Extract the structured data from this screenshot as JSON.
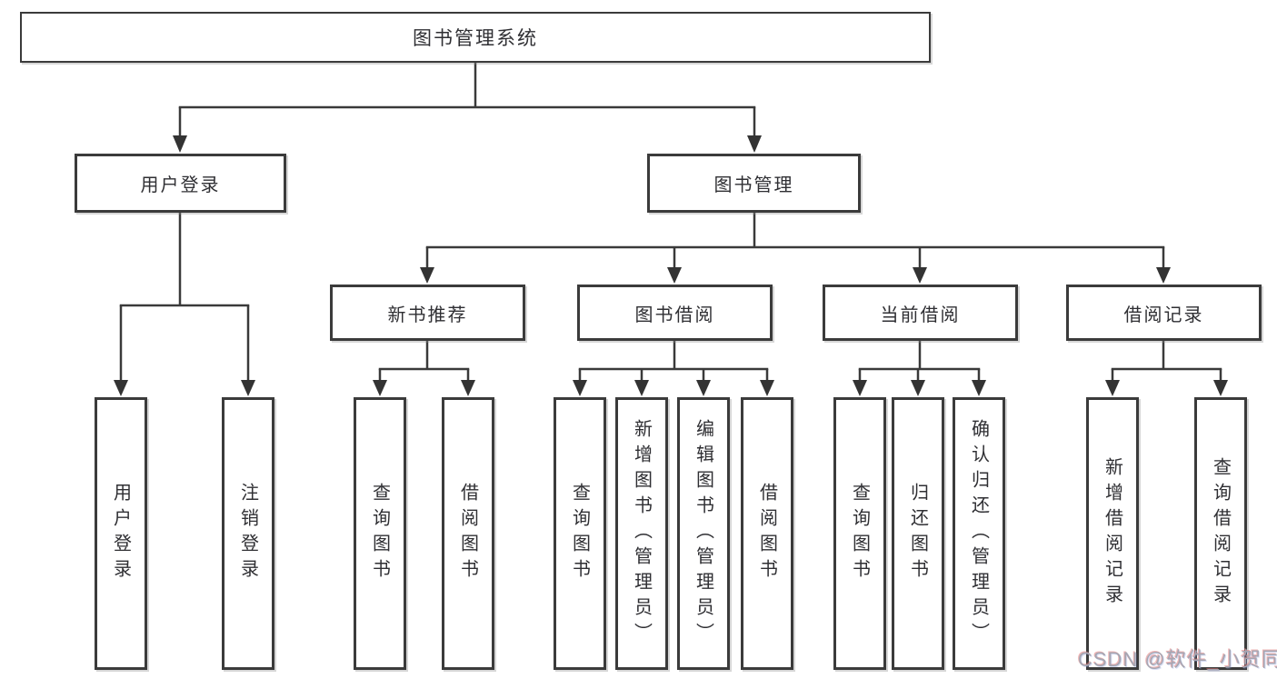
{
  "diagram": {
    "root": {
      "label": "图书管理系统"
    },
    "level2": {
      "user_login": {
        "label": "用户登录"
      },
      "book_mgmt": {
        "label": "图书管理"
      }
    },
    "level3": {
      "new_books": {
        "label": "新书推荐"
      },
      "book_borrow": {
        "label": "图书借阅"
      },
      "current_borrow": {
        "label": "当前借阅"
      },
      "borrow_records": {
        "label": "借阅记录"
      }
    },
    "leaves": {
      "user_login_1": {
        "label": "用户登录"
      },
      "user_login_2": {
        "label": "注销登录"
      },
      "new_books_1": {
        "label": "查询图书"
      },
      "new_books_2": {
        "label": "借阅图书"
      },
      "book_borrow_1": {
        "label": "查询图书"
      },
      "book_borrow_2": {
        "label": "新增图书（管理员）"
      },
      "book_borrow_3": {
        "label": "编辑图书（管理员）"
      },
      "book_borrow_4": {
        "label": "借阅图书"
      },
      "current_borrow_1": {
        "label": "查询图书"
      },
      "current_borrow_2": {
        "label": "归还图书"
      },
      "current_borrow_3": {
        "label": "确认归还（管理员）"
      },
      "borrow_records_1": {
        "label": "新增借阅记录"
      },
      "borrow_records_2": {
        "label": "查询借阅记录"
      }
    },
    "colors": {
      "line": "#3a3a3a",
      "arrow": "#333333",
      "border": "#3b3b3b",
      "text": "#2f2f33",
      "watermark_text": "#a6a6b2"
    }
  },
  "watermark": "CSDN @软件_小贺同学"
}
